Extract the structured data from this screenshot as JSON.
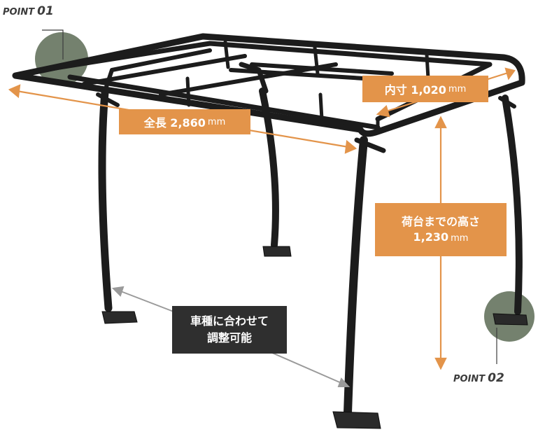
{
  "labels": {
    "length": {
      "text": "全長 2,860",
      "unit": "mm"
    },
    "width": {
      "text": "内寸 1,020",
      "unit": "mm"
    },
    "height": {
      "line1": "荷台までの高さ",
      "line2": "1,230",
      "unit": "mm"
    },
    "adjust": {
      "line1": "車種に合わせて",
      "line2": "調整可能"
    }
  },
  "points": {
    "p1": {
      "word": "POINT",
      "num": "01"
    },
    "p2": {
      "word": "POINT",
      "num": "02"
    }
  },
  "colors": {
    "accent": "#e3944a",
    "frame": "#1c1c1c",
    "note": "#2f2f2f",
    "arrow_gray": "#9a9a9a",
    "highlight": "#5c6b55"
  }
}
